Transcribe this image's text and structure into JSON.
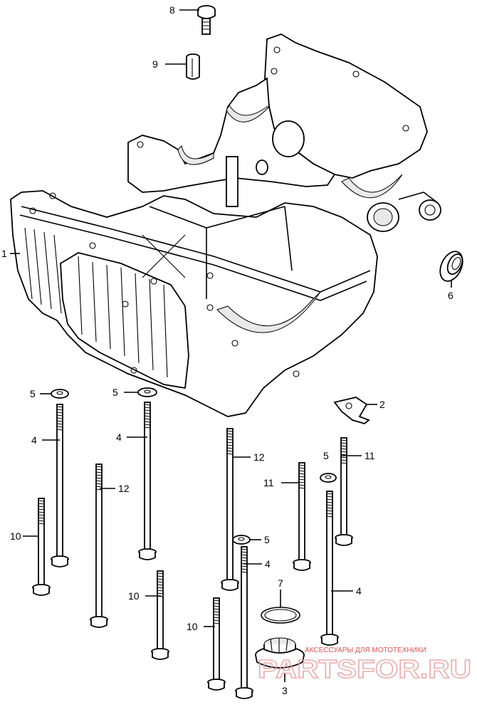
{
  "labels": [
    {
      "id": "l8",
      "text": "8"
    },
    {
      "id": "l9",
      "text": "9"
    },
    {
      "id": "l1",
      "text": "1"
    },
    {
      "id": "l6",
      "text": "6"
    },
    {
      "id": "l2",
      "text": "2"
    },
    {
      "id": "l5a",
      "text": "5"
    },
    {
      "id": "l5b",
      "text": "5"
    },
    {
      "id": "l4a",
      "text": "4"
    },
    {
      "id": "l4b",
      "text": "4"
    },
    {
      "id": "l12a",
      "text": "12"
    },
    {
      "id": "l12b",
      "text": "12"
    },
    {
      "id": "l10a",
      "text": "10"
    },
    {
      "id": "l5c",
      "text": "5"
    },
    {
      "id": "l11a",
      "text": "11"
    },
    {
      "id": "l11b",
      "text": "11"
    },
    {
      "id": "l5d",
      "text": "5"
    },
    {
      "id": "l4c",
      "text": "4"
    },
    {
      "id": "l10b",
      "text": "10"
    },
    {
      "id": "l7",
      "text": "7"
    },
    {
      "id": "l4d",
      "text": "4"
    },
    {
      "id": "l10c",
      "text": "10"
    },
    {
      "id": "l3",
      "text": "3"
    }
  ],
  "watermark": {
    "small": "АКСЕССУАРЫ ДЛЯ МОТОТЕХНИКИ",
    "big": "PARTSFOR.RU"
  }
}
